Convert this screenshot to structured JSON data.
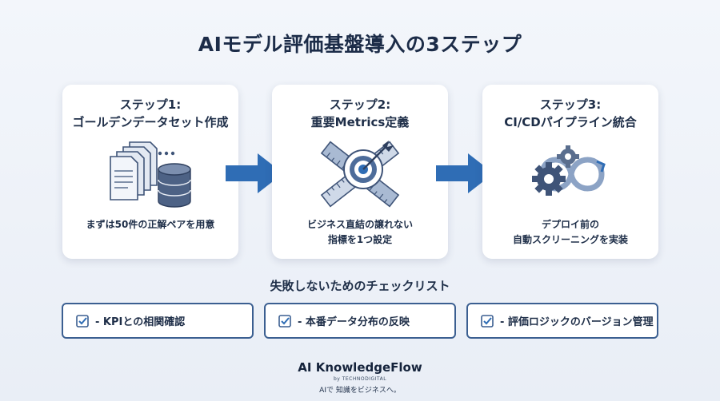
{
  "title": "AIモデル評価基盤導入の3ステップ",
  "steps": [
    {
      "title_line1": "ステップ1:",
      "title_line2": "ゴールデンデータセット作成",
      "desc_line1": "まずは50件の正解ペアを用意",
      "desc_line2": "",
      "icon": "documents-database-icon"
    },
    {
      "title_line1": "ステップ2:",
      "title_line2": "重要Metrics定義",
      "desc_line1": "ビジネス直結の譲れない",
      "desc_line2": "指標を1つ設定",
      "icon": "ruler-target-icon"
    },
    {
      "title_line1": "ステップ3:",
      "title_line2": "CI/CDパイプライン統合",
      "desc_line1": "デプロイ前の",
      "desc_line2": "自動スクリーニングを実装",
      "icon": "gears-pipeline-icon"
    }
  ],
  "checklist": {
    "title": "失敗しないためのチェックリスト",
    "items": [
      "- KPIとの相関確認",
      "- 本番データ分布の反映",
      "- 評価ロジックのバージョン管理"
    ]
  },
  "brand": {
    "name": "AI KnowledgeFlow",
    "sub": "by TECHNODIGITAL",
    "tagline": "AIで 知識をビジネスへ。"
  },
  "colors": {
    "accent": "#2f6db5",
    "navy": "#1e2e48",
    "border": "#3b5f91"
  }
}
